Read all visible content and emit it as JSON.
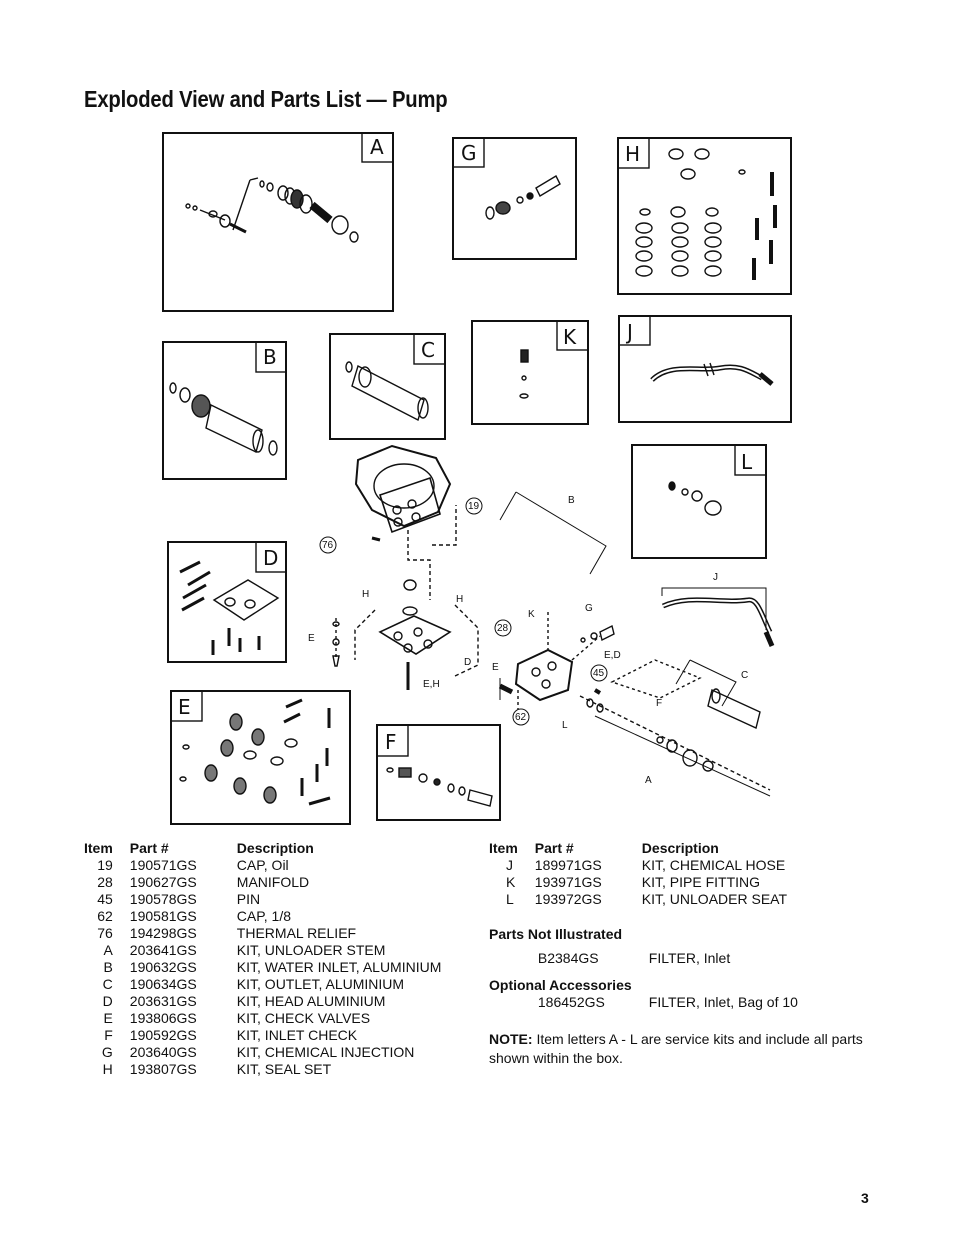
{
  "page": {
    "title": "Exploded View and Parts List — Pump",
    "page_number": "3"
  },
  "diagram": {
    "kit_labels": [
      "A",
      "B",
      "C",
      "D",
      "E",
      "F",
      "G",
      "H",
      "J",
      "K",
      "L"
    ],
    "callouts": {
      "c19": "19",
      "c28": "28",
      "c45": "45",
      "c62": "62",
      "c76": "76",
      "lblB": "B",
      "lblC": "C",
      "lblA": "A",
      "lblD": "D",
      "lblE": "E",
      "lblF": "F",
      "lblG": "G",
      "lblJ": "J",
      "lblK": "K",
      "lblL": "L",
      "lblH1": "H",
      "lblH2": "H",
      "lblEH": "E,H",
      "lblED": "E,D"
    }
  },
  "parts_left": {
    "headers": {
      "item": "Item",
      "part": "Part #",
      "desc": "Description"
    },
    "rows": [
      {
        "item": "19",
        "part": "190571GS",
        "desc": "CAP, Oil"
      },
      {
        "item": "28",
        "part": "190627GS",
        "desc": "MANIFOLD"
      },
      {
        "item": "45",
        "part": "190578GS",
        "desc": "PIN"
      },
      {
        "item": "62",
        "part": "190581GS",
        "desc": "CAP, 1/8"
      },
      {
        "item": "76",
        "part": "194298GS",
        "desc": "THERMAL RELIEF"
      },
      {
        "item": "A",
        "part": "203641GS",
        "desc": "KIT, UNLOADER STEM"
      },
      {
        "item": "B",
        "part": "190632GS",
        "desc": "KIT, WATER INLET, ALUMINIUM"
      },
      {
        "item": "C",
        "part": "190634GS",
        "desc": "KIT, OUTLET, ALUMINIUM"
      },
      {
        "item": "D",
        "part": "203631GS",
        "desc": "KIT, HEAD ALUMINIUM"
      },
      {
        "item": "E",
        "part": "193806GS",
        "desc": "KIT, CHECK VALVES"
      },
      {
        "item": "F",
        "part": "190592GS",
        "desc": "KIT, INLET CHECK"
      },
      {
        "item": "G",
        "part": "203640GS",
        "desc": "KIT, CHEMICAL INJECTION"
      },
      {
        "item": "H",
        "part": "193807GS",
        "desc": "KIT, SEAL SET"
      }
    ]
  },
  "parts_right": {
    "headers": {
      "item": "Item",
      "part": "Part #",
      "desc": "Description"
    },
    "rows": [
      {
        "item": "J",
        "part": "189971GS",
        "desc": "KIT, CHEMICAL HOSE"
      },
      {
        "item": "K",
        "part": "193971GS",
        "desc": "KIT, PIPE FITTING"
      },
      {
        "item": "L",
        "part": "193972GS",
        "desc": "KIT, UNLOADER SEAT"
      }
    ]
  },
  "not_illustrated": {
    "heading": "Parts Not Illustrated",
    "part": "B2384GS",
    "desc": "FILTER, Inlet"
  },
  "optional": {
    "heading": "Optional Accessories",
    "part": "186452GS",
    "desc": "FILTER, Inlet, Bag of 10"
  },
  "note": {
    "label": "NOTE:",
    "text": " Item letters A - L are service kits and include all parts shown within the box."
  }
}
